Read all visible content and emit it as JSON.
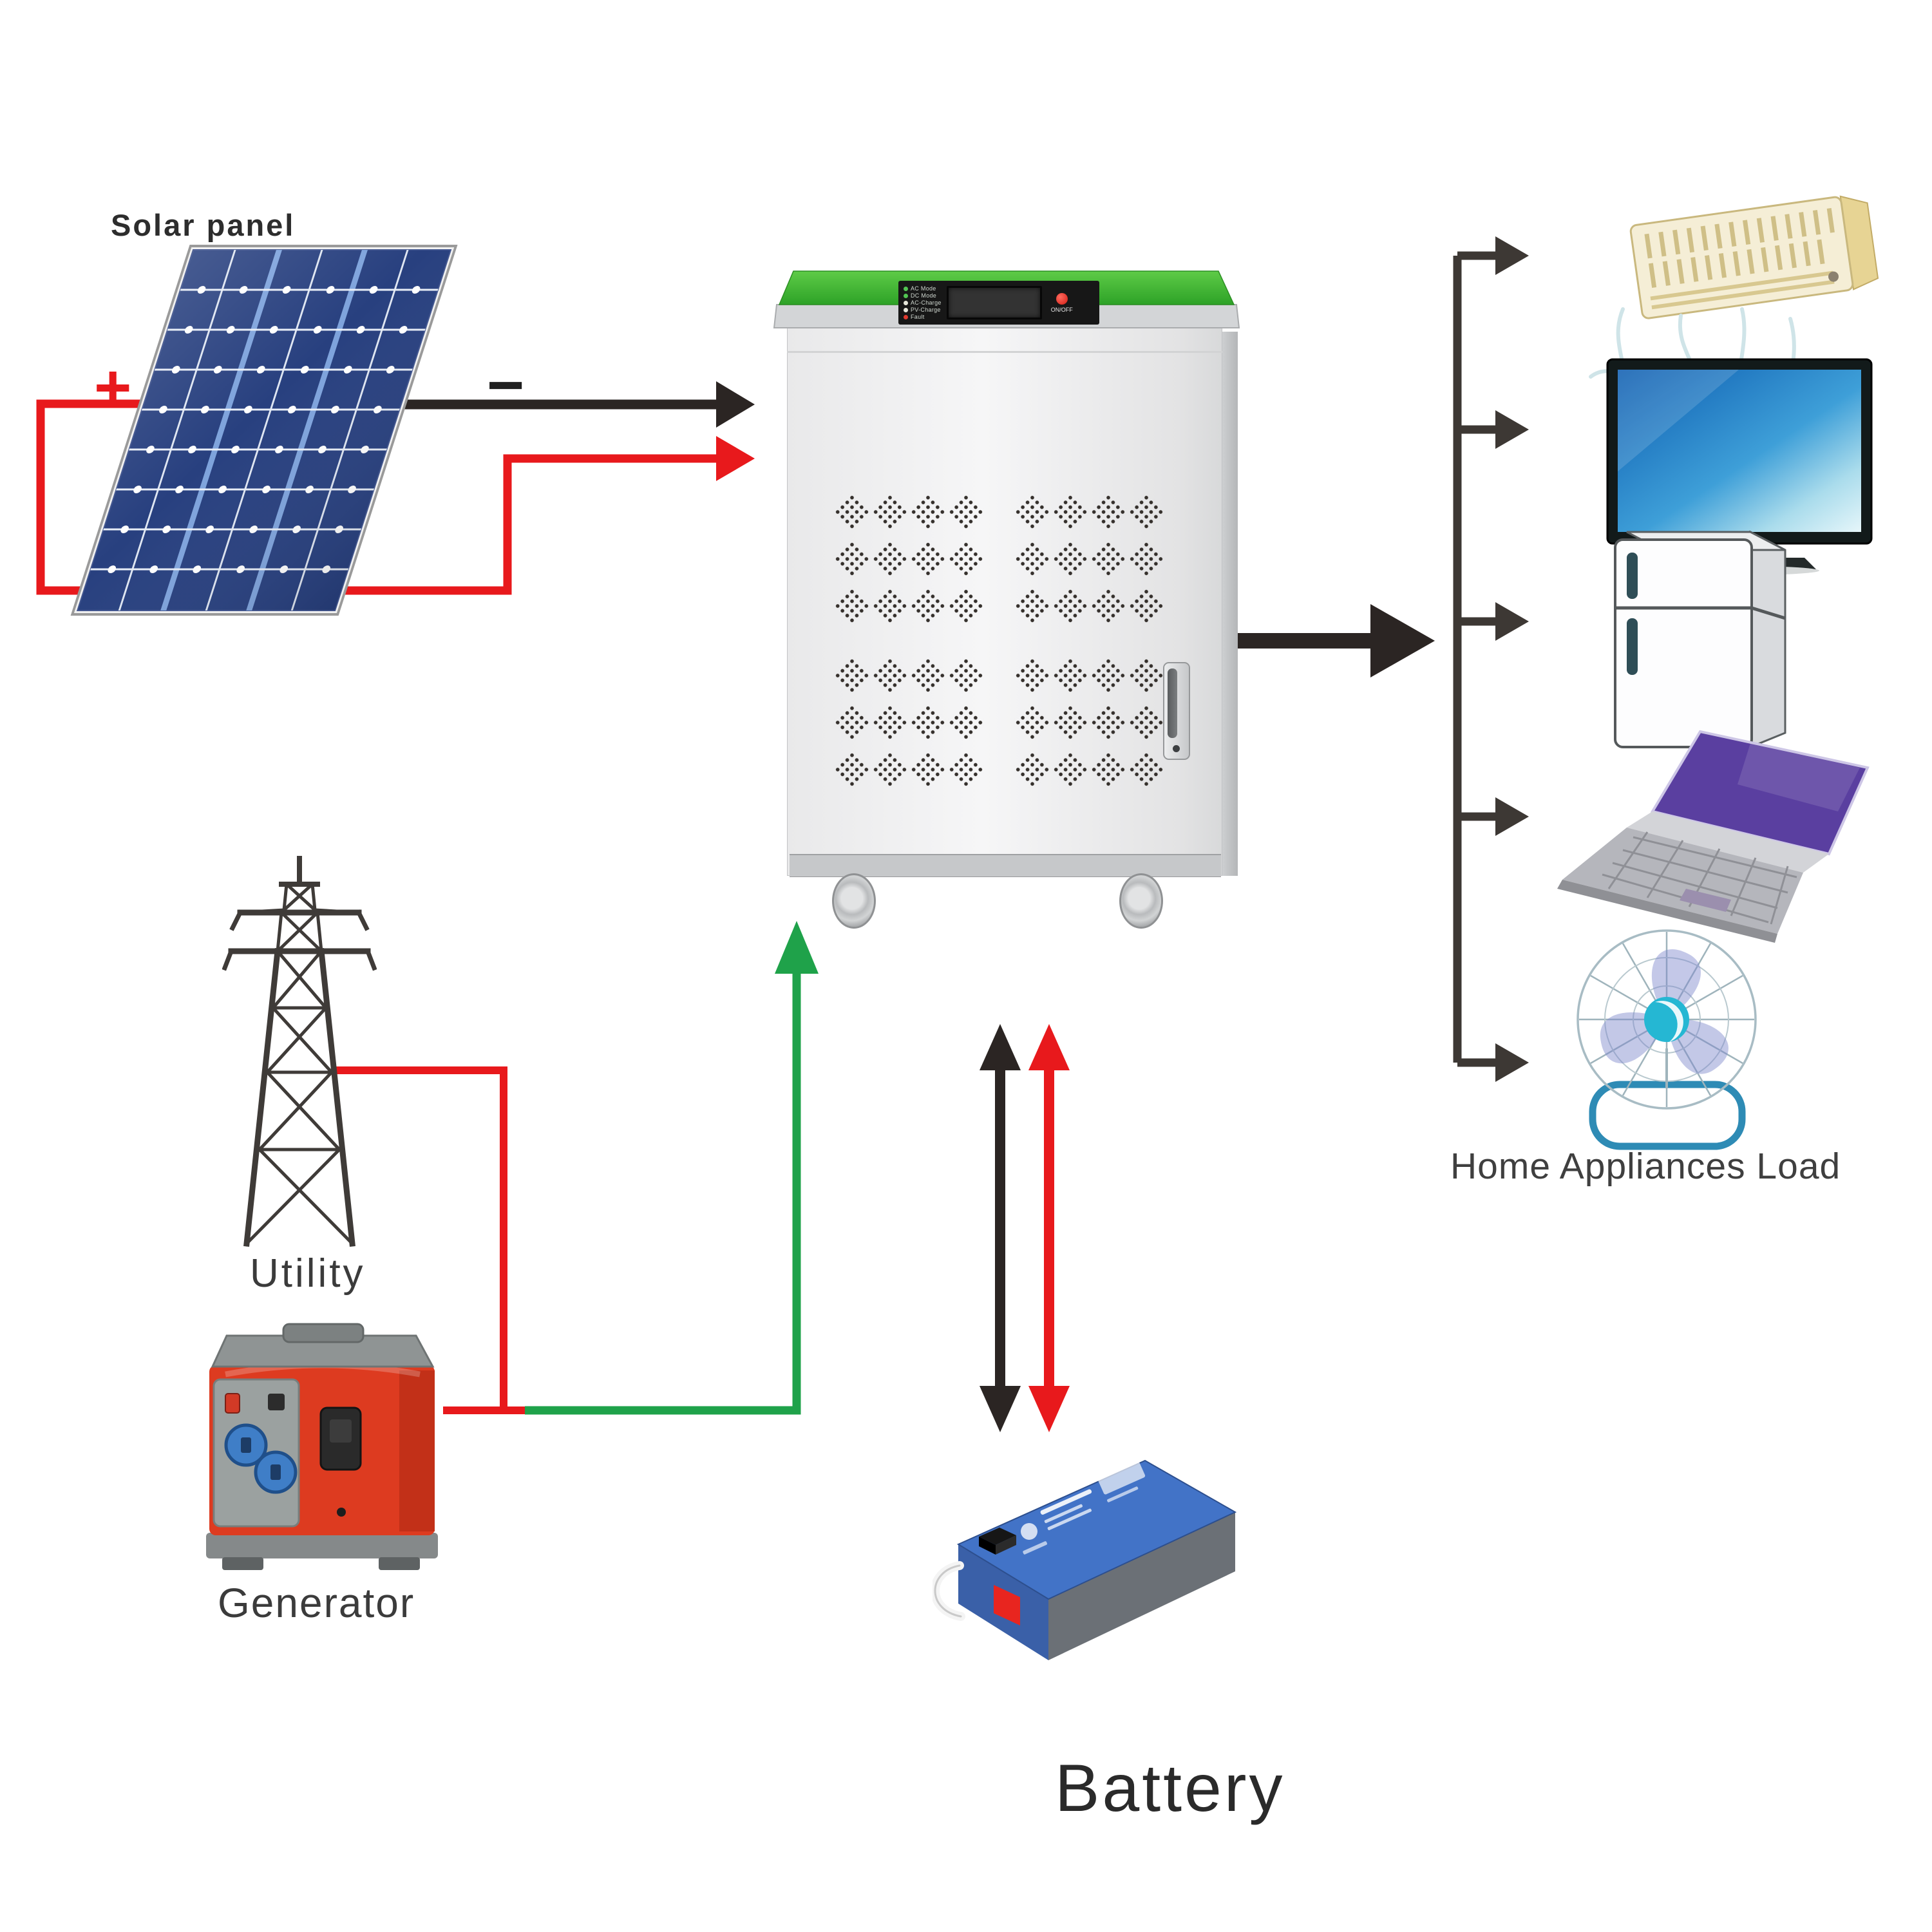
{
  "labels": {
    "solar_panel": "Solar panel",
    "plus": "+",
    "minus": "−",
    "utility": "Utility",
    "generator": "Generator",
    "battery": "Battery",
    "load": "Home Appliances Load"
  },
  "inverter_panel": {
    "leds": [
      {
        "label": "AC Mode"
      },
      {
        "label": "DC Mode"
      },
      {
        "label": "AC-Charge"
      },
      {
        "label": "PV-Charge"
      },
      {
        "label": "Fault"
      }
    ],
    "power_button": "ON/OFF"
  },
  "icons": [
    "solar-panel-icon",
    "inverter-cabinet-icon",
    "utility-tower-icon",
    "generator-icon",
    "battery-icon",
    "air-conditioner-icon",
    "tv-icon",
    "refrigerator-icon",
    "laptop-icon",
    "desk-fan-icon"
  ],
  "colors": {
    "red": "#e8191c",
    "green": "#1fa24a",
    "dark": "#2b2523",
    "branch": "#3d3834",
    "inverter-green": "#3cb52e",
    "panel-blue": "#28407f",
    "battery-blue": "#4273c7",
    "screen-blue": "#0d6fc4",
    "laptop-purple": "#5a3fa0",
    "fan-blue": "#2e8bb5",
    "ac-cream": "#f5eed6",
    "gen-red": "#dd3b20"
  }
}
